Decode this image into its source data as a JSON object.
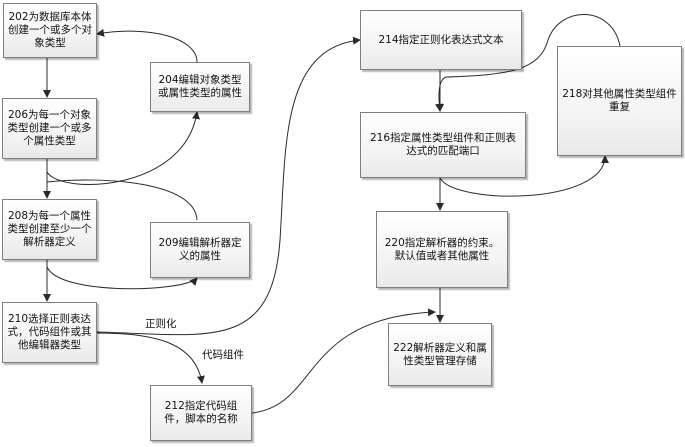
{
  "nodes": {
    "n202": "202为数据库本体创建一个或多个对象类型",
    "n204": "204编辑对象类型或属性类型的属性",
    "n206": "206为每一个对象类型创建一个或多个属性类型",
    "n208": "208为每一个属性类型创建至少一个解析器定义",
    "n209": "209编辑解析器定义的属性",
    "n210": "210选择正则表达式，代码组件或其他编辑器类型",
    "n212": "212指定代码组件，脚本的名称",
    "n214": "214指定正则化表达式文本",
    "n216": "216指定属性类型组件和正则表达式的匹配端口",
    "n218": "218对其他属性类型组件重复",
    "n220": "220指定解析器的约束。默认值或者其他属性",
    "n222": "222解析器定义和属性类型管理存储"
  },
  "edge_labels": {
    "regex": "正则化",
    "code": "代码组件"
  },
  "colors": {
    "line": "#2b2b2b",
    "box_border": "#7f7f7f"
  }
}
